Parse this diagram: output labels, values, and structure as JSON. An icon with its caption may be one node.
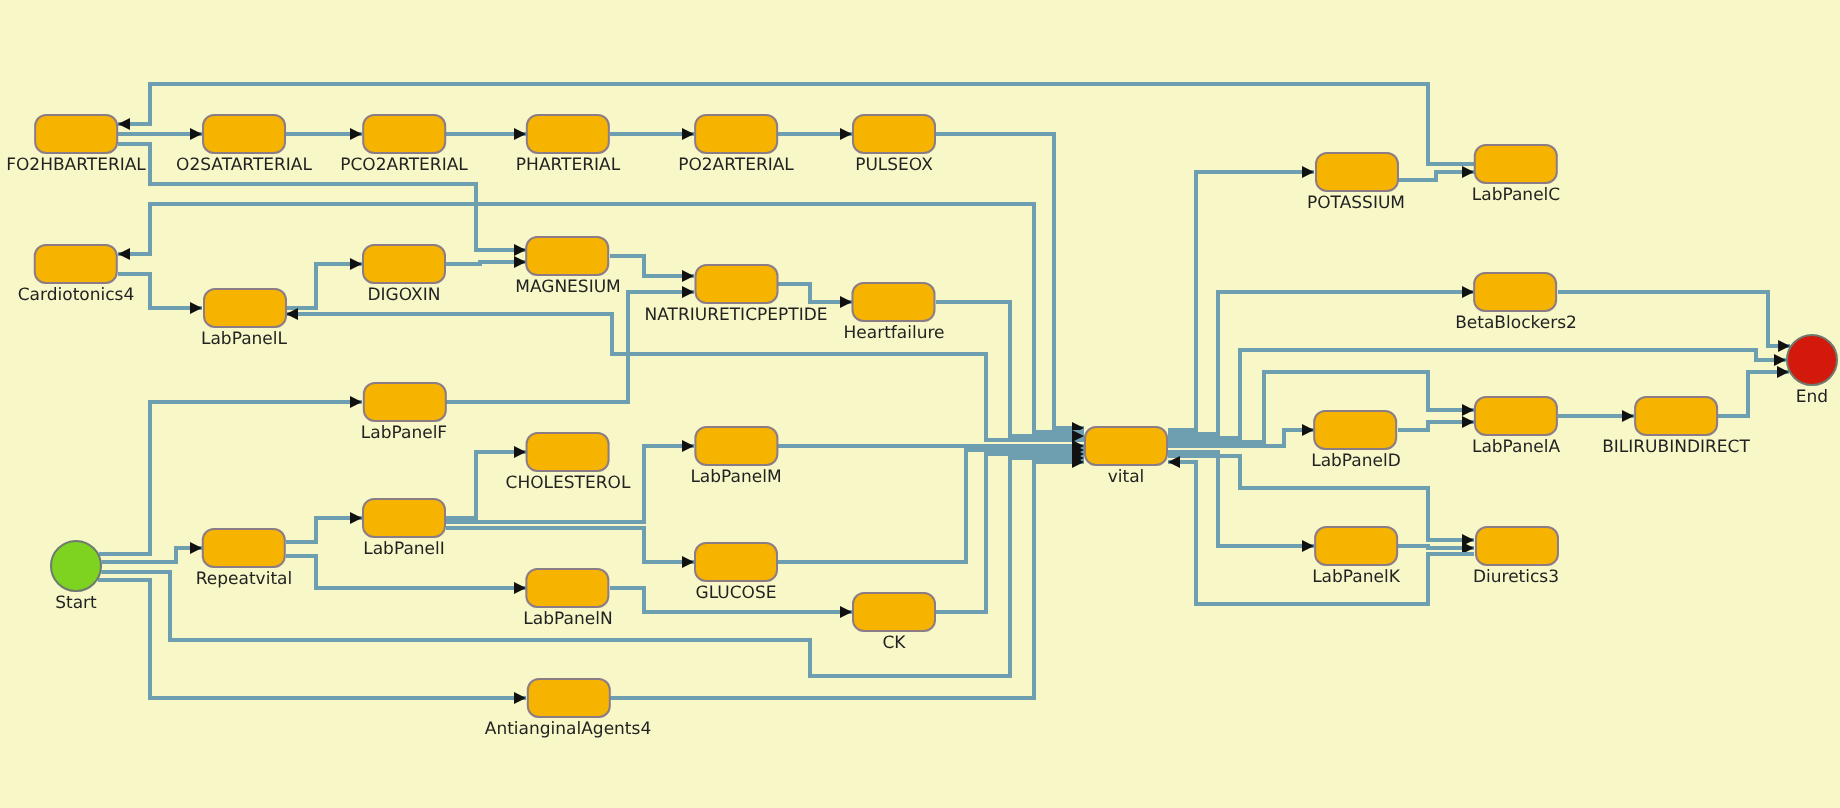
{
  "diagram": {
    "nodes": [
      {
        "text": [
          "Start"
        ]
      },
      {
        "text": [
          "FO2HBARTERIAL"
        ]
      },
      {
        "text": [
          "O2SATARTERIAL"
        ]
      },
      {
        "text": [
          "PCO2ARTERIAL"
        ]
      },
      {
        "text": [
          "PHARTERIAL"
        ]
      },
      {
        "text": [
          "PO2ARTERIAL"
        ]
      },
      {
        "text": [
          "PULSEOX"
        ]
      },
      {
        "text": [
          "Cardiotonics4"
        ]
      },
      {
        "text": [
          "LabPanelL"
        ]
      },
      {
        "text": [
          "DIGOXIN"
        ]
      },
      {
        "text": [
          "MAGNESIUM"
        ]
      },
      {
        "text": [
          "NATRIURETICPEPTIDE"
        ]
      },
      {
        "text": [
          "Heartfailure"
        ]
      },
      {
        "text": [
          "LabPanelF"
        ]
      },
      {
        "text": [
          "CHOLESTEROL"
        ]
      },
      {
        "text": [
          "LabPanelM"
        ]
      },
      {
        "text": [
          "LabPanelI"
        ]
      },
      {
        "text": [
          "Repeatvital"
        ]
      },
      {
        "text": [
          "GLUCOSE"
        ]
      },
      {
        "text": [
          "LabPanelN"
        ]
      },
      {
        "text": [
          "CK"
        ]
      },
      {
        "text": [
          "AntianginalAgents4"
        ]
      },
      {
        "text": [
          "vital"
        ]
      },
      {
        "text": [
          "POTASSIUM"
        ]
      },
      {
        "text": [
          "LabPanelC"
        ]
      },
      {
        "text": [
          "BetaBlockers2"
        ]
      },
      {
        "text": [
          "End"
        ]
      },
      {
        "text": [
          "LabPanelD"
        ]
      },
      {
        "text": [
          "LabPanelA"
        ]
      },
      {
        "text": [
          "BILIRUBINDIRECT"
        ]
      },
      {
        "text": [
          "LabPanelK"
        ]
      },
      {
        "text": [
          "Diuretics3"
        ]
      }
    ],
    "edges": [
      {
        "from": 24,
        "to": 1,
        "arrow": "to"
      },
      {
        "from": 1,
        "to": 2,
        "arrow": "to"
      },
      {
        "from": 2,
        "to": 3,
        "arrow": "to"
      },
      {
        "from": 3,
        "to": 4,
        "arrow": "to"
      },
      {
        "from": 4,
        "to": 5,
        "arrow": "to"
      },
      {
        "from": 5,
        "to": 6,
        "arrow": "to"
      },
      {
        "from": 1,
        "to": 10,
        "arrow": "to"
      },
      {
        "from": 6,
        "to": 22,
        "arrow": "to"
      },
      {
        "from": 22,
        "to": 7,
        "arrow": "to"
      },
      {
        "from": 7,
        "to": 8,
        "arrow": "to"
      },
      {
        "from": 8,
        "to": 9,
        "arrow": "to"
      },
      {
        "from": 9,
        "to": 10,
        "arrow": "to"
      },
      {
        "from": 10,
        "to": 11,
        "arrow": "to"
      },
      {
        "from": 11,
        "to": 12,
        "arrow": "to"
      },
      {
        "from": 22,
        "to": 8,
        "arrow": "to"
      },
      {
        "from": 13,
        "to": 11,
        "arrow": "to"
      },
      {
        "from": 12,
        "to": 22,
        "arrow": "to"
      },
      {
        "from": 0,
        "to": 13,
        "arrow": "to"
      },
      {
        "from": 0,
        "to": 17,
        "arrow": "to"
      },
      {
        "from": 0,
        "to": 22,
        "arrow": "to"
      },
      {
        "from": 0,
        "to": 21,
        "arrow": "to"
      },
      {
        "from": 21,
        "to": 22,
        "arrow": "to"
      },
      {
        "from": 17,
        "to": 16,
        "arrow": "to"
      },
      {
        "from": 17,
        "to": 19,
        "arrow": "to"
      },
      {
        "from": 16,
        "to": 14,
        "arrow": "to"
      },
      {
        "from": 16,
        "to": 15,
        "arrow": "to"
      },
      {
        "from": 16,
        "to": 18,
        "arrow": "to"
      },
      {
        "from": 19,
        "to": 20,
        "arrow": "to"
      },
      {
        "from": 15,
        "to": 22,
        "arrow": "to"
      },
      {
        "from": 18,
        "to": 22,
        "arrow": "to"
      },
      {
        "from": 20,
        "to": 22,
        "arrow": "to"
      },
      {
        "from": 22,
        "to": 23,
        "arrow": "to"
      },
      {
        "from": 23,
        "to": 24,
        "arrow": "to"
      },
      {
        "from": 22,
        "to": 25,
        "arrow": "to"
      },
      {
        "from": 25,
        "to": 26,
        "arrow": "to"
      },
      {
        "from": 22,
        "to": 26,
        "arrow": "to"
      },
      {
        "from": 22,
        "to": 28,
        "arrow": "to"
      },
      {
        "from": 22,
        "to": 27,
        "arrow": "to"
      },
      {
        "from": 27,
        "to": 28,
        "arrow": "to"
      },
      {
        "from": 28,
        "to": 29,
        "arrow": "to"
      },
      {
        "from": 29,
        "to": 26,
        "arrow": "to"
      },
      {
        "from": 22,
        "to": 30,
        "arrow": "to"
      },
      {
        "from": 22,
        "to": 31,
        "arrow": "to"
      },
      {
        "from": 30,
        "to": 31,
        "arrow": "to"
      },
      {
        "from": 31,
        "to": 22,
        "arrow": "to"
      }
    ]
  }
}
